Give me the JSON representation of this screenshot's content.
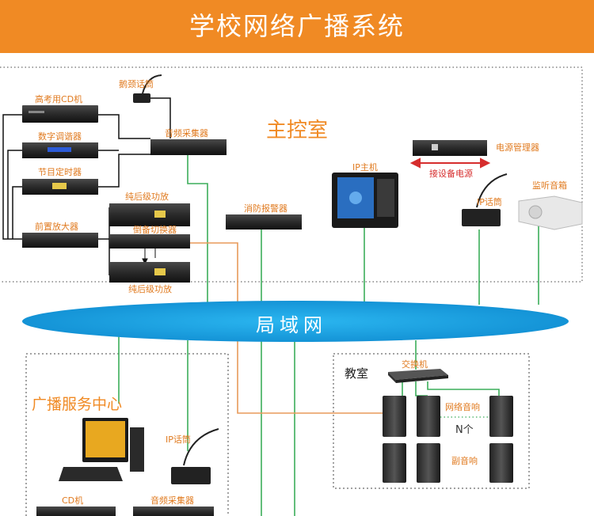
{
  "title": "学校网络广播系统",
  "zones": {
    "main_control": "主控室",
    "broadcast_center": "广播服务中心",
    "classroom": "教室"
  },
  "lan": "局域网",
  "devices": {
    "gooseneck_mic": "鹅颈话筒",
    "exam_cd": "高考用CD机",
    "digital_tuner": "数字调谐器",
    "timer": "节目定时器",
    "preamp": "前置放大器",
    "audio_collector": "音频采集器",
    "pure_amp_top": "纯后级功放",
    "backup_switcher": "倒备切换器",
    "pure_amp_bottom": "纯后级功放",
    "fire_alarm": "消防报警器",
    "ip_host": "IP主机",
    "power_manager": "电源管理器",
    "connect_power": "接设备电源",
    "ip_mic": "IP话筒",
    "monitor_speaker": "监听音箱",
    "switch": "交换机",
    "network_speaker": "网络音响",
    "n_units": "N个",
    "sub_speaker": "副音响",
    "center_ip_mic": "IP话筒",
    "center_cd": "CD机",
    "center_audio_collector": "音频采集器"
  },
  "colors": {
    "header": "#f08a24",
    "lan": "#1ea7e6",
    "green_line": "#3cad5a",
    "orange_line": "#e89a5a",
    "red_arrow": "#d62d2d"
  }
}
